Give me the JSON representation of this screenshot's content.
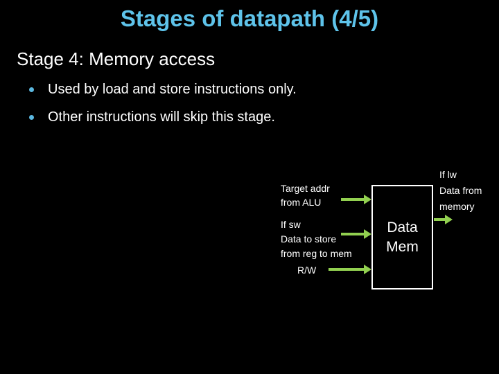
{
  "slide": {
    "title": "Stages of datapath (4/5)",
    "subtitle": "Stage 4: Memory access",
    "bullets": [
      "Used by load and store instructions only.",
      "Other instructions will skip this stage."
    ]
  },
  "diagram": {
    "target_addr_label": {
      "line1": "Target addr",
      "line2": "from ALU"
    },
    "store_label": {
      "line1": "If sw",
      "line2": "Data to store",
      "line3": "from reg to mem"
    },
    "rw_label": "R/W",
    "output_label": {
      "line1": "If lw",
      "line2": "Data from",
      "line3": "memory"
    },
    "memory_box": {
      "line1": "Data",
      "line2": "Mem"
    }
  },
  "colors": {
    "background": "#000000",
    "title_text": "#5EC3EA",
    "body_text": "#FFFFFF",
    "bullet_dot": "#5BB8E0",
    "arrow_green": "#92D050",
    "box_border": "#FFFFFF"
  }
}
